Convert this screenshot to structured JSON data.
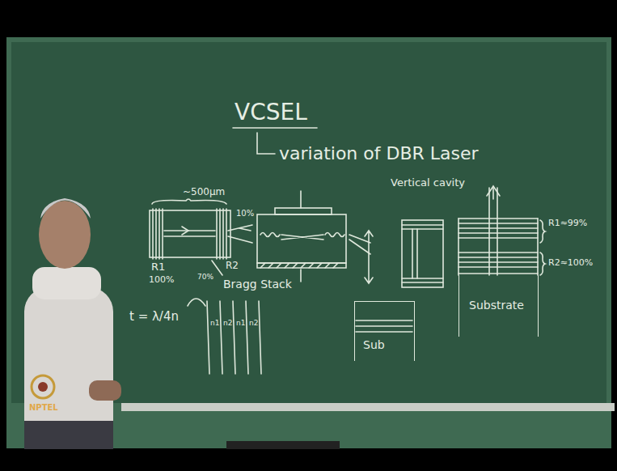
{
  "diagram": {
    "title": "VCSEL",
    "nodes": [
      {
        "text": [
          "Substrate"
        ]
      },
      {
        "text": [
          "Sub"
        ]
      }
    ],
    "labels": [
      "variation of DBR Laser",
      "~500µm",
      "10%",
      "R1",
      "100%",
      "70%",
      "R2",
      "Bragg Stack",
      "t = λ/4n",
      "n1",
      "n2",
      "n1",
      "n2",
      "Vertical cavity",
      "R1≈99%",
      "R2≈100%",
      "NPTEL"
    ]
  }
}
